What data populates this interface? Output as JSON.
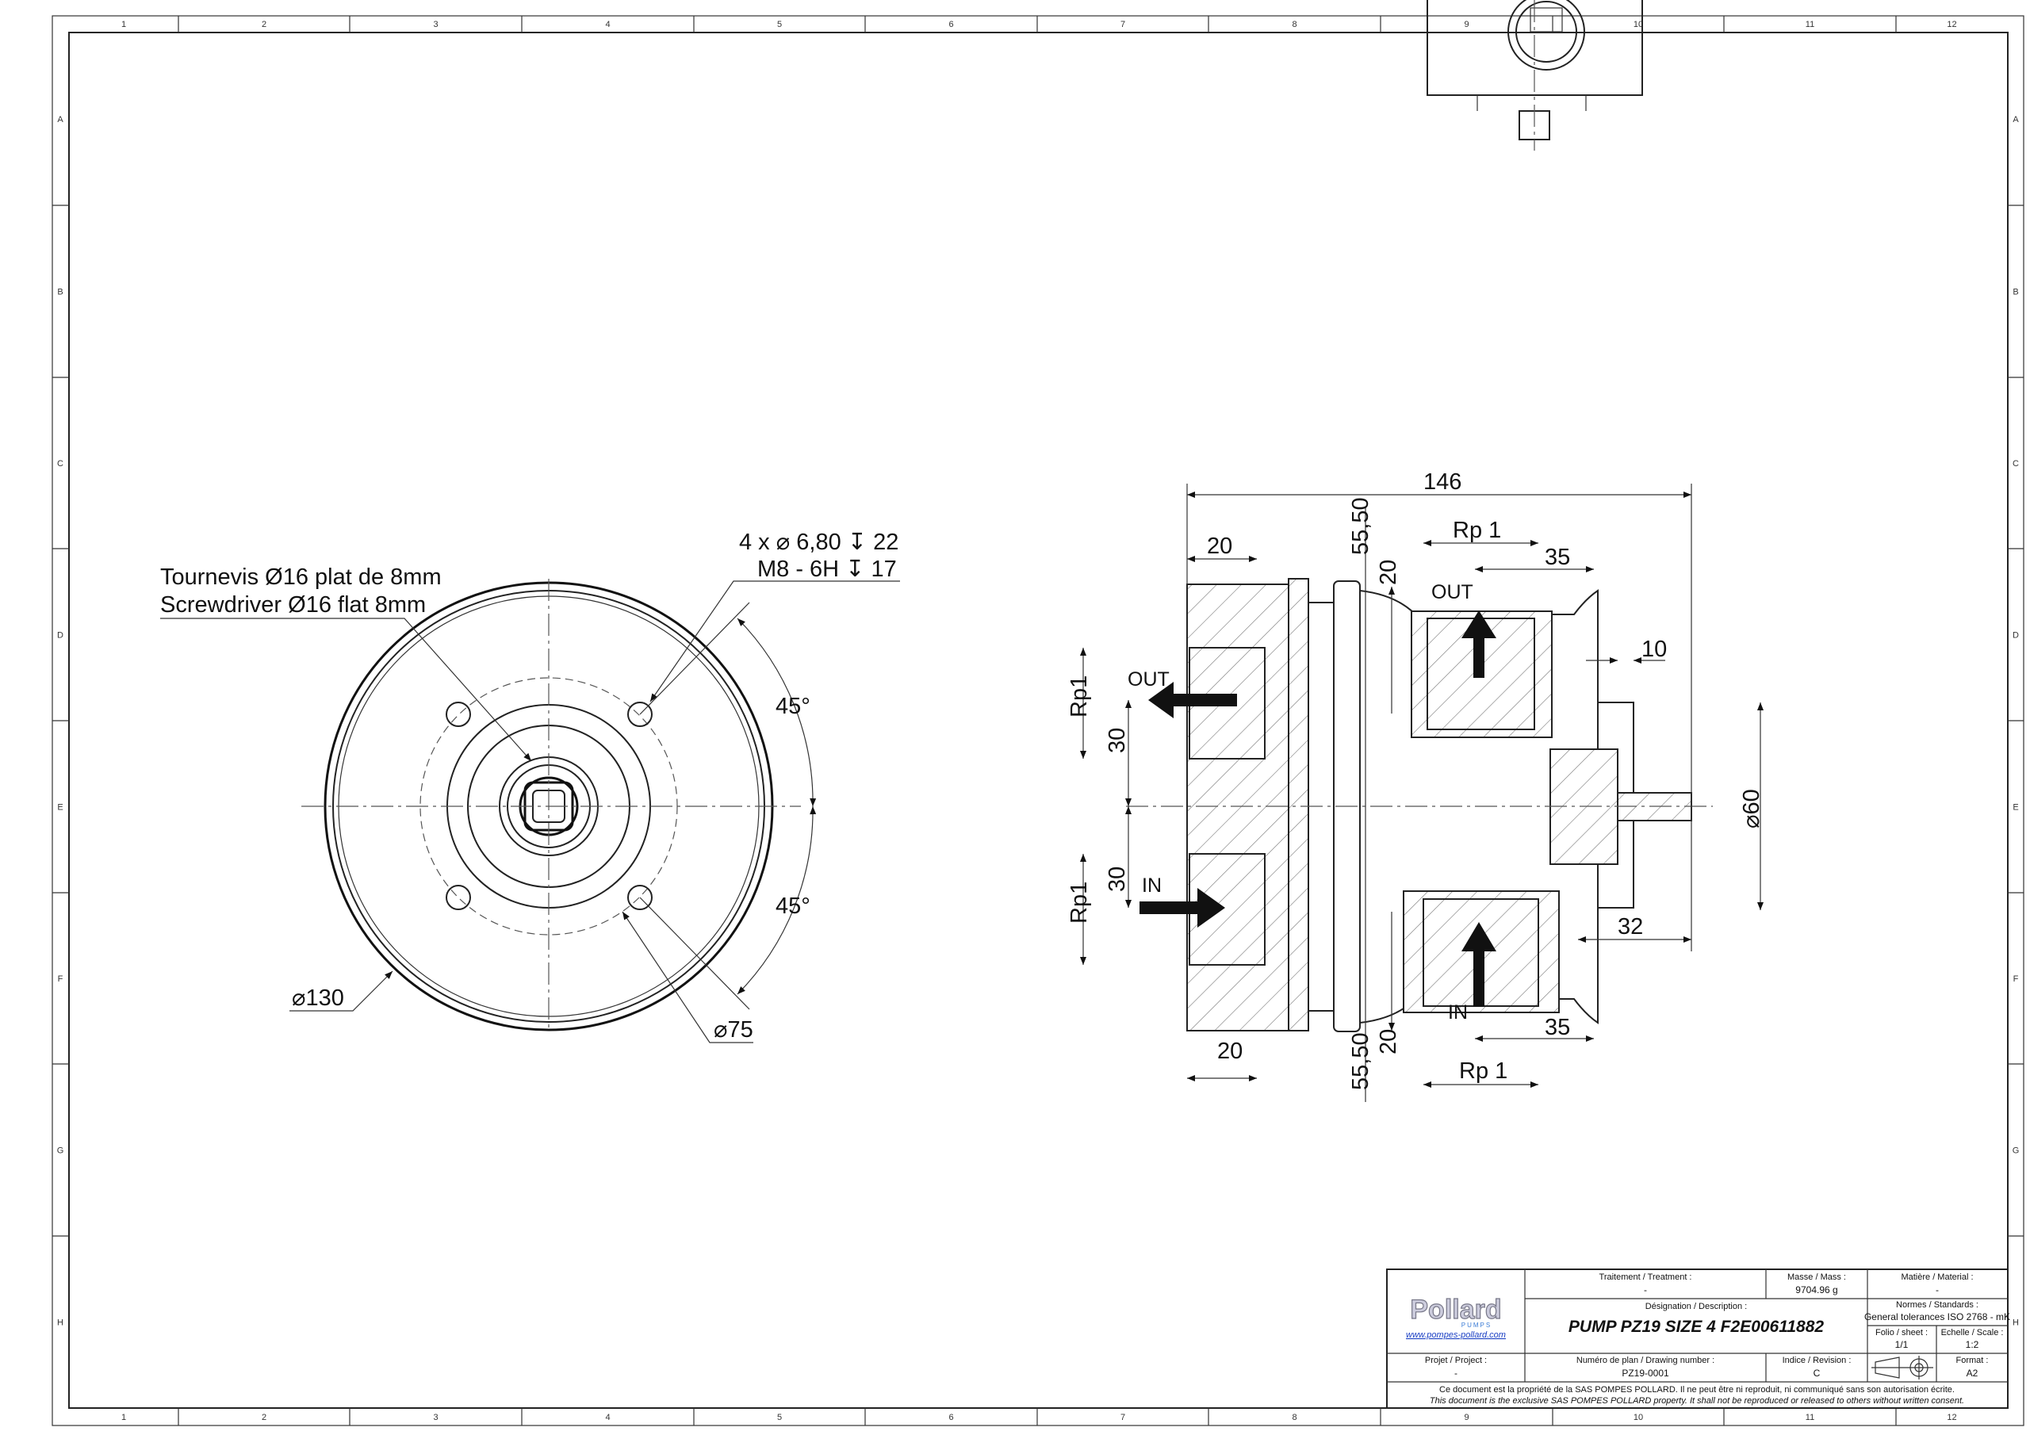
{
  "grid": {
    "columns": [
      "1",
      "2",
      "3",
      "4",
      "5",
      "6",
      "7",
      "8",
      "9",
      "10",
      "11",
      "12"
    ],
    "rows": [
      "A",
      "B",
      "C",
      "D",
      "E",
      "F",
      "G",
      "H"
    ]
  },
  "front_view": {
    "note_fr": "Tournevis Ø16 plat de 8mm",
    "note_en": "Screwdriver Ø16 flat 8mm",
    "holes_line1": "4 x ⌀ 6,80 ↧ 22",
    "holes_line2": "M8 - 6H ↧ 17",
    "angle_top": "45°",
    "angle_bottom": "45°",
    "dia_outer": "⌀130",
    "dia_bolt": "⌀75"
  },
  "section_view": {
    "overall_length": "146",
    "left_width_top": "20",
    "left_width_bottom": "20",
    "offset_top": "55,50",
    "offset_bottom": "55,50",
    "port_top_thread": "Rp 1",
    "port_bottom_thread": "Rp 1",
    "port_top_depth": "35",
    "port_bottom_depth": "35",
    "port_top_20": "20",
    "port_bottom_20": "20",
    "shoulder": "10",
    "hub_dia": "⌀60",
    "hub_length": "32",
    "left_port_top_thread": "Rp1",
    "left_port_bottom_thread": "Rp1",
    "left_port_top_offset": "30",
    "left_port_bottom_offset": "30",
    "out_left": "OUT",
    "in_left": "IN",
    "out_top": "OUT",
    "in_bottom": "IN"
  },
  "title_block": {
    "logo_text": "Pollard",
    "logo_sub": "PUMPS",
    "website": "www.pompes-pollard.com",
    "treatment_label": "Traitement / Treatment :",
    "treatment_value": "-",
    "mass_label": "Masse / Mass :",
    "mass_value": "9704.96 g",
    "material_label": "Matière / Material :",
    "material_value": "-",
    "description_label": "Désignation / Description :",
    "description_value": "PUMP PZ19 SIZE 4 F2E00611882",
    "standards_label": "Normes / Standards :",
    "standards_value": "General tolerances ISO 2768 - mK",
    "folio_label": "Folio / sheet :",
    "folio_value": "1/1",
    "scale_label": "Echelle / Scale :",
    "scale_value": "1:2",
    "project_label": "Projet / Project :",
    "project_value": "-",
    "drawing_number_label": "Numéro de plan / Drawing number :",
    "drawing_number_value": "PZ19-0001",
    "revision_label": "Indice / Revision :",
    "revision_value": "C",
    "format_label": "Format :",
    "format_value": "A2",
    "notice_fr": "Ce document est la propriété de la SAS POMPES POLLARD. Il ne peut être ni reproduit, ni communiqué sans son autorisation écrite.",
    "notice_en": "This document is the exclusive SAS POMPES POLLARD property. It shall not be reproduced or released to others without written consent."
  }
}
